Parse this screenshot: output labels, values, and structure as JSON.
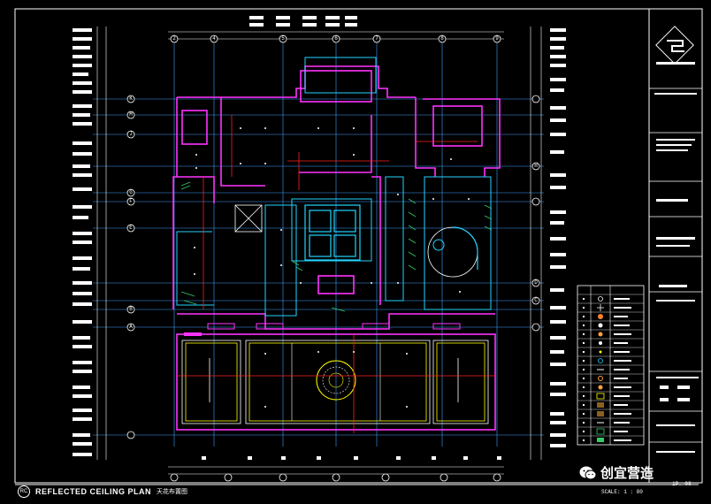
{
  "drawing": {
    "view_badge": "RC",
    "title_en": "REFLECTED CEILING PLAN",
    "title_cn": "天花布置图",
    "scale": "SCALE: 1 : 80",
    "sheet_no": "1P. 08"
  },
  "watermark": {
    "text": "创宜营造",
    "icon": "wechat-icon"
  },
  "grid_axes": {
    "columns": [
      "2",
      "4",
      "5",
      "6",
      "7",
      "8",
      "9"
    ],
    "rows": [
      "K",
      "M",
      "J",
      "G",
      "F",
      "E",
      "D",
      "C",
      "B",
      "A",
      "H"
    ]
  },
  "colors": {
    "background": "#000000",
    "wall": "#ff33ff",
    "grid": "#3fa0ff",
    "section": "#ff2020",
    "fixture": "#ffffff",
    "ceiling": "#ffff00",
    "hatch": "#33cc66"
  }
}
